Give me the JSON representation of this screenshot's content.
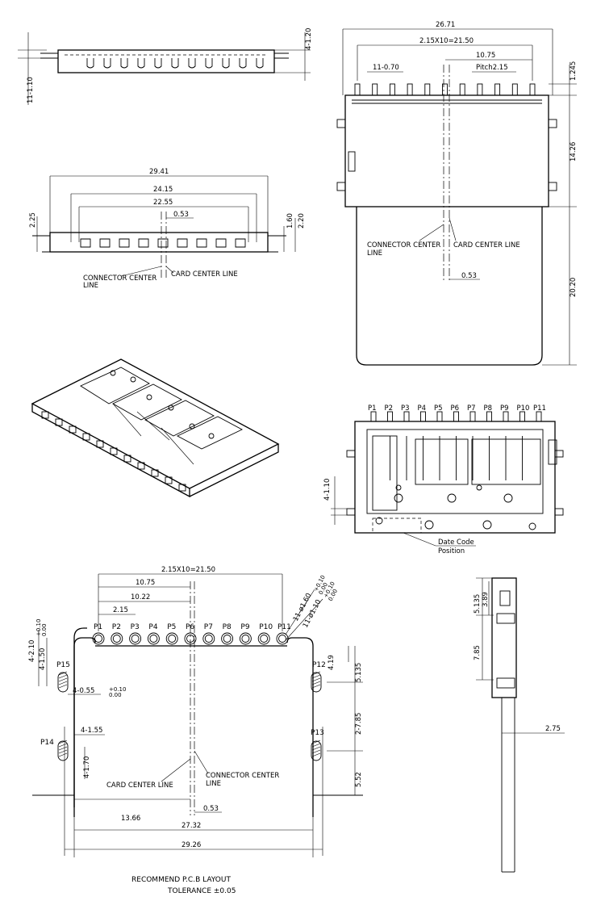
{
  "top_side_view": {
    "dims": [
      "11-1.10",
      "4-1.20"
    ]
  },
  "front_view": {
    "dims": [
      "29.41",
      "24.15",
      "22.55",
      "0.53",
      "2.25",
      "1.60",
      "2.20"
    ],
    "labels": [
      "CONNECTOR CENTER",
      "LINE",
      "CARD CENTER LINE"
    ]
  },
  "top_view": {
    "dims": [
      "26.71",
      "2.15X10=21.50",
      "10.75",
      "11-0.70",
      "Pitch2.15",
      "1.245",
      "14.26",
      "20.20",
      "0.53"
    ],
    "labels": [
      "CONNECTOR CENTER",
      "LINE",
      "CARD CENTER LINE"
    ]
  },
  "bottom_view": {
    "pins": [
      "P1",
      "P2",
      "P3",
      "P4",
      "P5",
      "P6",
      "P7",
      "P8",
      "P9",
      "P10",
      "P11"
    ],
    "dims": [
      "4-1.10"
    ],
    "date_code": [
      "Date Code",
      "Position"
    ]
  },
  "pcb_layout": {
    "pins": [
      "P1",
      "P2",
      "P3",
      "P4",
      "P5",
      "P6",
      "P7",
      "P8",
      "P9",
      "P10",
      "P11"
    ],
    "side_pins": [
      "P15",
      "P12",
      "P14",
      "P13"
    ],
    "dims": [
      "2.15X10=21.50",
      "10.75",
      "10.22",
      "2.15",
      "4-2.10",
      "4-1.50",
      "4-0.55",
      "4-1.55",
      "4-1.70",
      "4.19",
      "5.135",
      "2-7.85",
      "5.52",
      "13.66",
      "0.53",
      "27.32",
      "29.26",
      "11-ø1.60",
      "11-ø1.10"
    ],
    "tol": {
      "p150": "+0.10",
      "p150b": "0.00",
      "p055": "+0.10",
      "p055b": "0.00",
      "p160": "+0.10",
      "p160b": "0.00",
      "p110": "+0.10",
      "p110b": "0.00"
    },
    "labels": [
      "CARD CENTER LINE",
      "CONNECTOR CENTER",
      "LINE"
    ]
  },
  "side_view": {
    "dims": [
      "5.135",
      "3.89",
      "7.85",
      "2.75"
    ]
  },
  "footer": {
    "line1": "RECOMMEND P.C.B LAYOUT",
    "line2": "TOLERANCE ±0.05"
  }
}
